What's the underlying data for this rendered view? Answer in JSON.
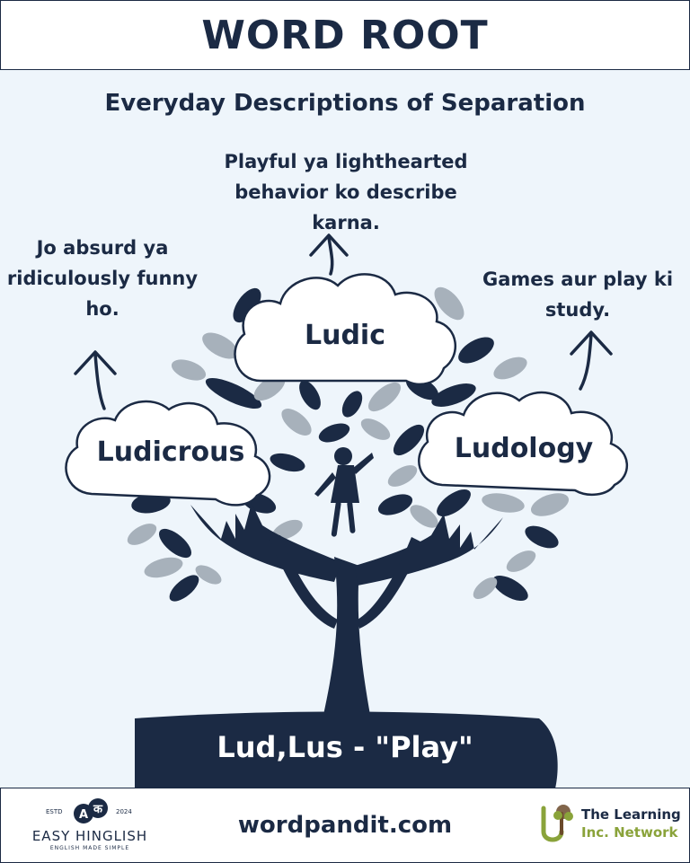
{
  "header": {
    "title": "WORD ROOT"
  },
  "subtitle": "Everyday Descriptions of Separation",
  "words": {
    "top": {
      "word": "Ludic",
      "meaning": "Playful ya lighthearted behavior ko describe karna."
    },
    "left": {
      "word": "Ludicrous",
      "meaning": "Jo absurd ya ridiculously funny ho."
    },
    "right": {
      "word": "Ludology",
      "meaning": "Games aur play ki study."
    }
  },
  "root": {
    "label": "Lud,Lus - \"Play\""
  },
  "footer": {
    "website": "wordpandit.com",
    "brand_left": {
      "estd": "ESTD",
      "year": "2024",
      "name": "EASY HINGLISH",
      "tagline": "ENGLISH MADE SIMPLE",
      "letters": [
        "A",
        "क"
      ]
    },
    "brand_right": {
      "line1": "The Learning",
      "line2": "Inc. Network"
    }
  },
  "colors": {
    "navy": "#1b2a44",
    "background": "#eef5fb",
    "leaf_grey": "#a7b1bb",
    "accent_green": "#8aa33a",
    "accent_brown": "#6b4a2b"
  },
  "icons": [
    "arrow-up-icon",
    "cloud-icon",
    "tree-icon",
    "hands-icon",
    "child-silhouette-icon",
    "leaf-icon"
  ]
}
